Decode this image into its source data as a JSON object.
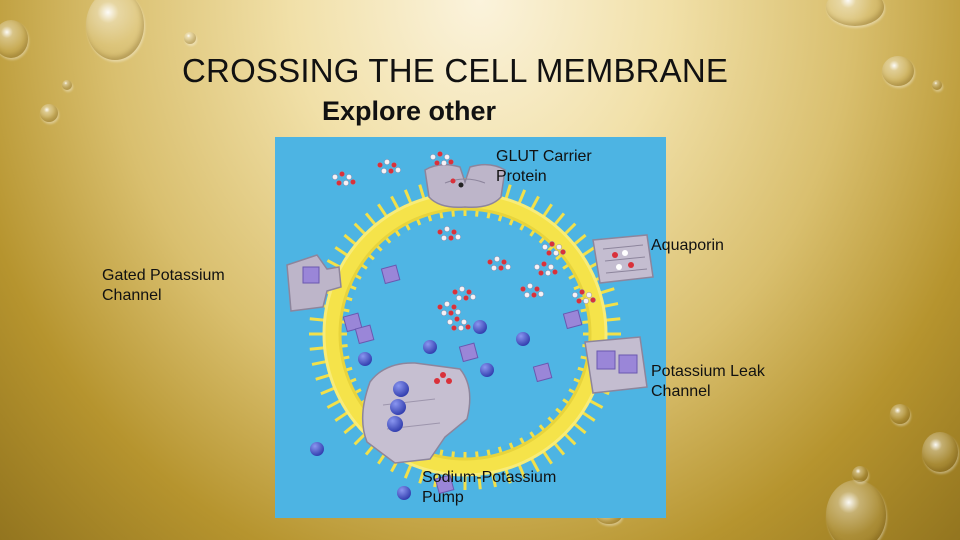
{
  "slide": {
    "title": "CROSSING THE CELL MEMBRANE",
    "subtitle": "Explore other"
  },
  "labels": {
    "glut": [
      "GLUT Carrier",
      "Protein"
    ],
    "aquaporin": "Aquaporin",
    "gated_potassium": [
      "Gated Potassium",
      "Channel"
    ],
    "potassium_leak": [
      "Potassium Leak",
      "Channel"
    ],
    "sodium_potassium": [
      "Sodium-Potassium",
      "Pump"
    ]
  },
  "colors": {
    "background_gold": "#c9a84a",
    "figure_blue": "#4db4e3",
    "membrane_yellow": "#f5e34a",
    "protein_lavender": "#bcb4c8",
    "potassium_purple": "#9a86d8",
    "sodium_blue": "#4a57c8",
    "glucose_red": "#d9313a"
  }
}
